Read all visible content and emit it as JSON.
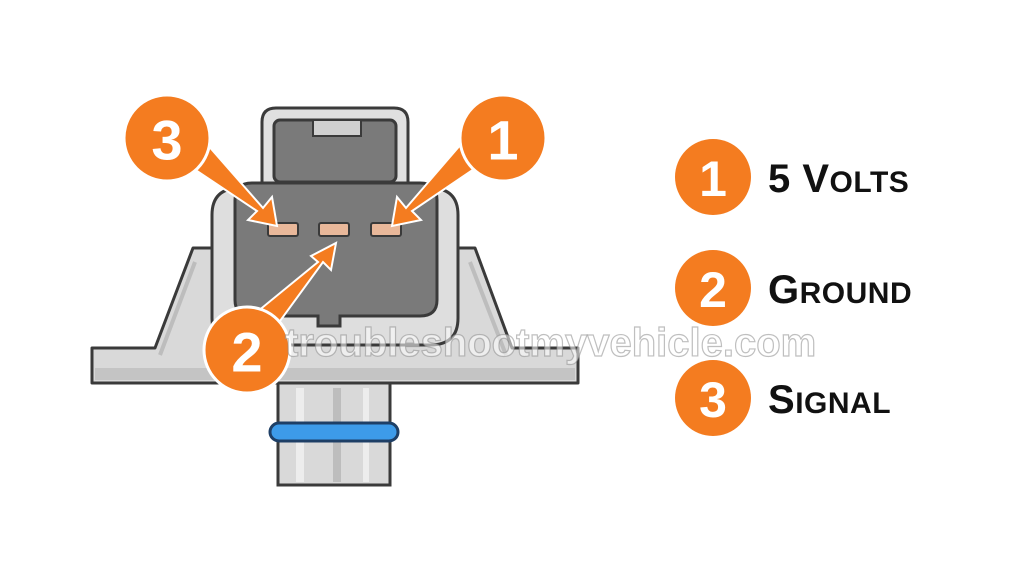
{
  "diagram": {
    "callouts": [
      {
        "number": "3"
      },
      {
        "number": "2"
      },
      {
        "number": "1"
      }
    ],
    "legend": [
      {
        "number": "1",
        "label_first": "5 V",
        "label_rest": "OLTS"
      },
      {
        "number": "2",
        "label_first": "G",
        "label_rest": "ROUND"
      },
      {
        "number": "3",
        "label_first": "S",
        "label_rest": "IGNAL"
      }
    ],
    "watermark": "troubleshootmyvehicle.com"
  },
  "colors": {
    "accent_orange": "#f47c20",
    "housing_gray": "#d9d9d9",
    "connector_gray": "#7a7a7a",
    "pin_tan": "#e9b89a",
    "o_ring_blue": "#3d9be9"
  }
}
